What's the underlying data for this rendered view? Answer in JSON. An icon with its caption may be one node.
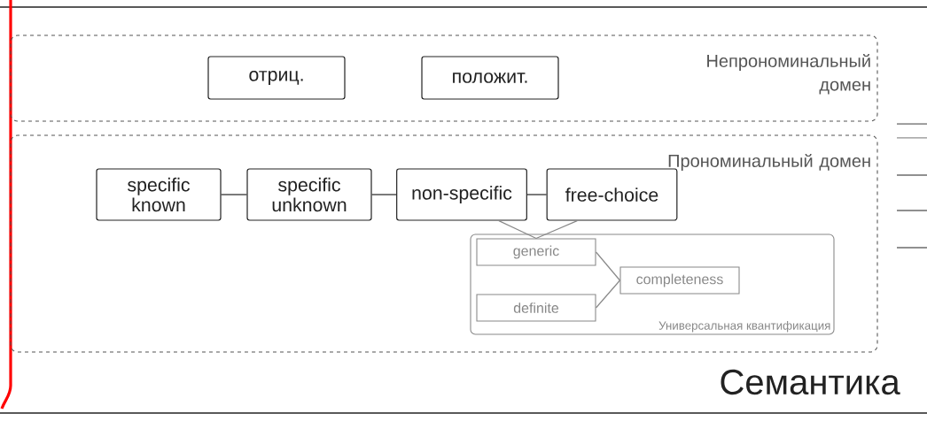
{
  "diagram": {
    "title": "Семантика",
    "nodes": [
      {
        "text": [
          "Непрономинальный домен"
        ]
      },
      {
        "text": [
          "отриц."
        ],
        "in": 0
      },
      {
        "text": [
          "положит."
        ],
        "in": 0
      },
      {
        "text": [
          "Прономинальный домен"
        ]
      },
      {
        "text": [
          "specific known"
        ],
        "in": 3
      },
      {
        "text": [
          "specific unknown"
        ],
        "in": 3
      },
      {
        "text": [
          "non-specific"
        ],
        "in": 3
      },
      {
        "text": [
          "free-choice"
        ],
        "in": 3
      },
      {
        "text": [
          "Универсальная квантификация"
        ],
        "in": 3
      },
      {
        "text": [
          "generic"
        ],
        "in": 8
      },
      {
        "text": [
          "definite"
        ],
        "in": 8
      },
      {
        "text": [
          "completeness"
        ],
        "in": 8
      }
    ],
    "edges": [
      {
        "from": 4,
        "to": 5,
        "arrow": "none",
        "color": "#222222"
      },
      {
        "from": 5,
        "to": 6,
        "arrow": "none",
        "color": "#222222"
      },
      {
        "from": 6,
        "to": 7,
        "arrow": "none",
        "color": "#222222"
      },
      {
        "from": 6,
        "to": 9,
        "arrow": "none"
      },
      {
        "from": 7,
        "to": 9,
        "arrow": "none"
      },
      {
        "from": 9,
        "to": 11,
        "arrow": "none"
      },
      {
        "from": 10,
        "to": 11,
        "arrow": "none"
      }
    ]
  }
}
